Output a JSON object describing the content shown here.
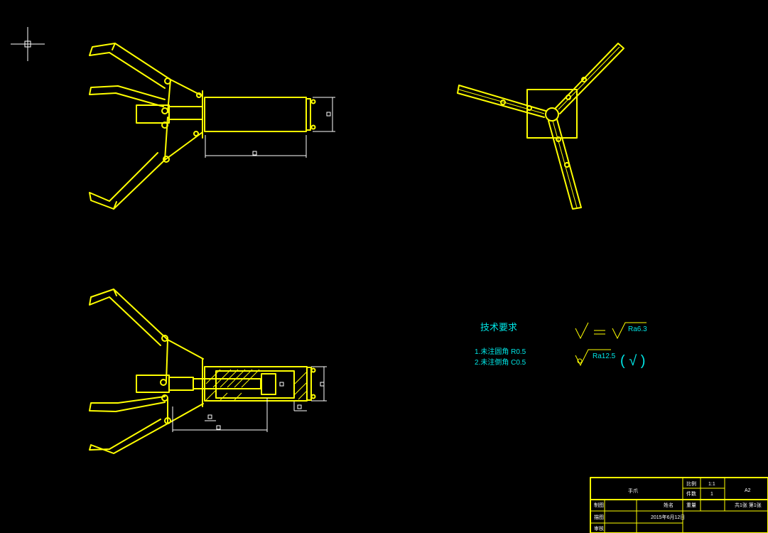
{
  "colors": {
    "background": "#000000",
    "lines": "#ffff00",
    "dimensions": "#ffffff",
    "text": "#00e6e6"
  },
  "notes": {
    "title": "技术要求",
    "item1": "1.未注圆角 R0.5",
    "item2": "2.未注倒角 C0.5"
  },
  "roughness": {
    "symbol1": "Ra6.3",
    "symbol2": "Ra12.5",
    "general": "( √ )"
  },
  "title_block": {
    "part_name": "手爪",
    "scale_label": "比例",
    "scale_value": "1:1",
    "qty_label": "件数",
    "qty_value": "1",
    "sheet_size": "A2",
    "drawn_label": "制图",
    "designer": "姓名",
    "weight_label": "重量",
    "sheet_info": "共1张 第1张",
    "check_label": "描图",
    "date": "2015年6月12日",
    "review_label": "审核"
  }
}
